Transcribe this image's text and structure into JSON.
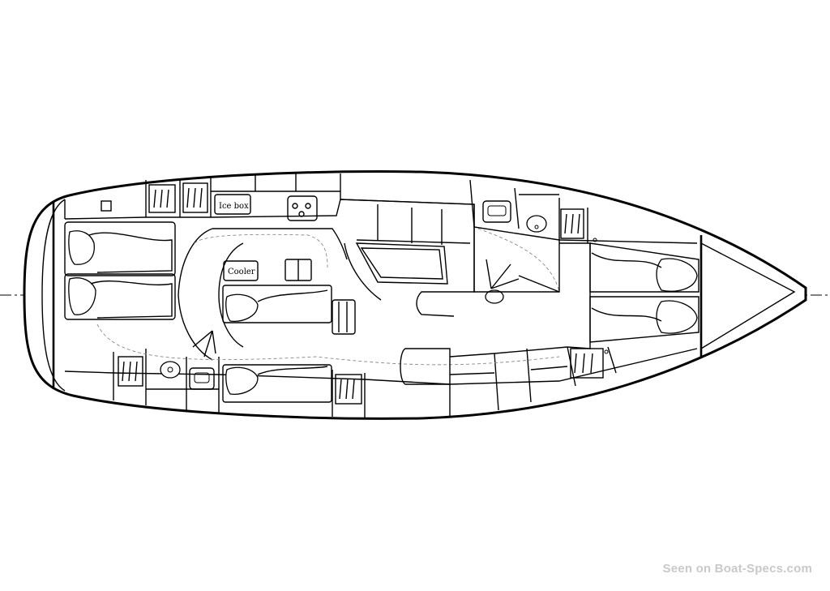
{
  "labels": {
    "ice_box": "Ice box",
    "cooler": "Cooler"
  },
  "watermark": "Seen on Boat-Specs.com"
}
